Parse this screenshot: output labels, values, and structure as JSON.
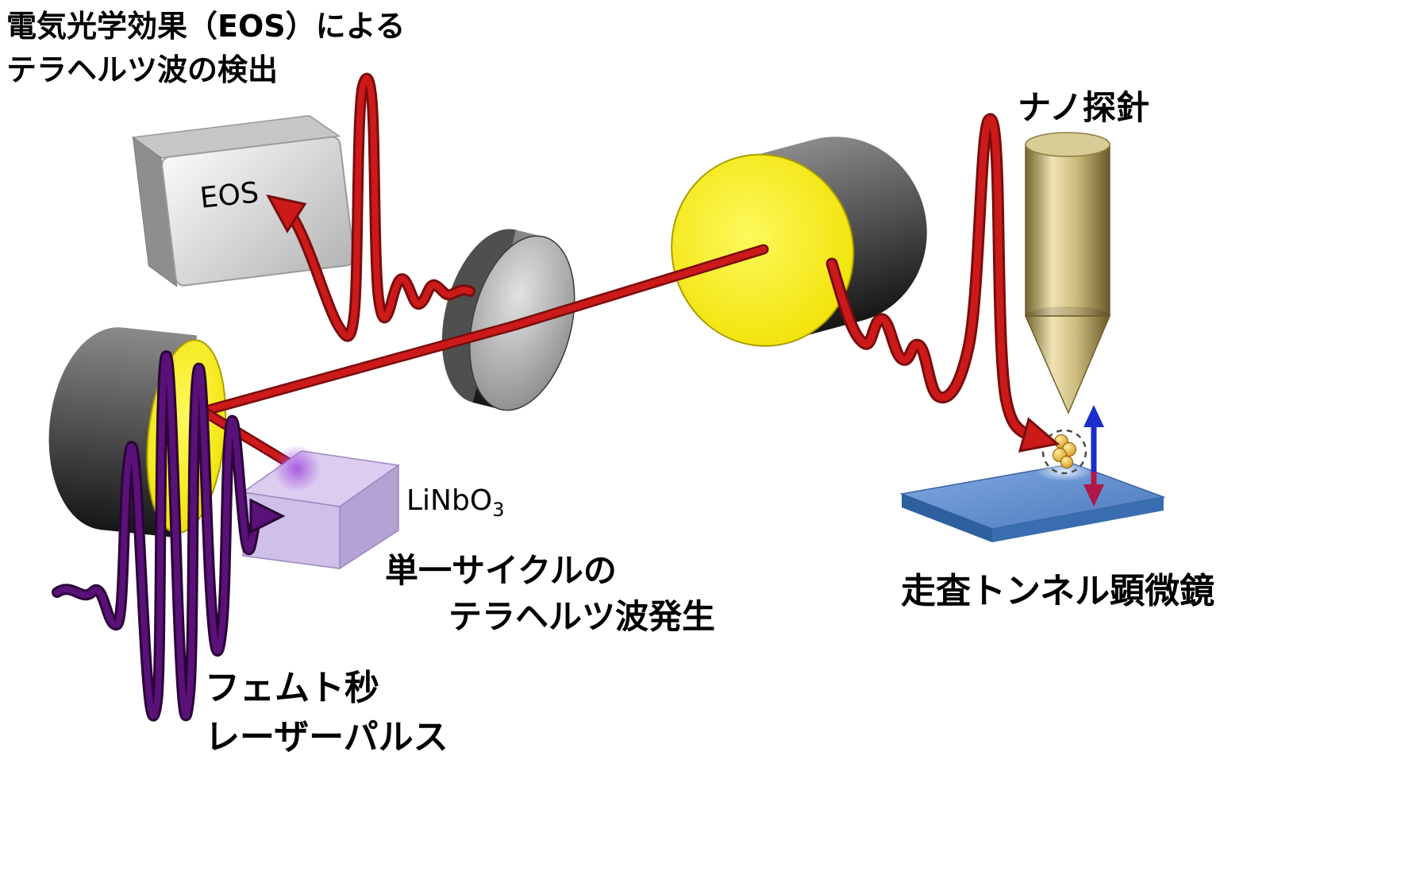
{
  "labels": {
    "title_line1": "電気光学効果（EOS）による",
    "title_line2": "テラヘルツ波の検出",
    "eos_box": "EOS",
    "nano_probe": "ナノ探針",
    "linbo3_base": "LiNbO",
    "linbo3_sub": "3",
    "thz_gen_line1": "単一サイクルの",
    "thz_gen_line2": "テラヘルツ波発生",
    "femto_line1": "フェムト秒",
    "femto_line2": "レーザーパルス",
    "stm": "走査トンネル顕微鏡"
  },
  "colors": {
    "thz_beam_red": "#cc1a1a",
    "fs_pulse_purple": "#5a1178",
    "mirror_yellow": "#f2e40c",
    "crystal_lavender": "#c9b6e4",
    "sample_blue": "#5b8fd0",
    "probe_gold": "#c4b065",
    "arrow_up_blue": "#1a2ecc",
    "arrow_down_red": "#b01648"
  }
}
